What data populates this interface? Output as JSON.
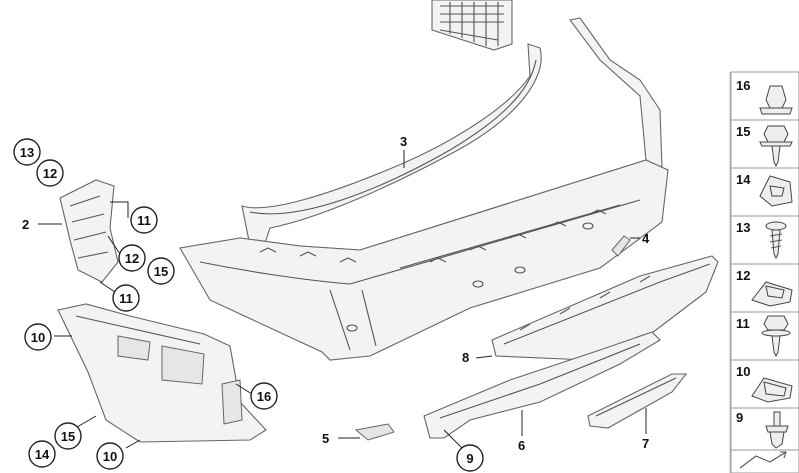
{
  "callouts": {
    "c3": "3",
    "c4": "4",
    "c8": "8",
    "c6": "6",
    "c7": "7",
    "c5": "5",
    "c9": "9",
    "c2": "2",
    "c13": "13",
    "c12a": "12",
    "c11a": "11",
    "c12b": "12",
    "c15a": "15",
    "c11b": "11",
    "c10a": "10",
    "c16": "16",
    "c15b": "15",
    "c14": "14",
    "c10b": "10"
  },
  "legend": [
    {
      "label": "16",
      "icon": "plastic-nut-icon"
    },
    {
      "label": "15",
      "icon": "hex-screw-icon"
    },
    {
      "label": "14",
      "icon": "spring-clip-icon"
    },
    {
      "label": "13",
      "icon": "tapping-screw-icon"
    },
    {
      "label": "12",
      "icon": "clip-nut-icon"
    },
    {
      "label": "11",
      "icon": "collar-screw-icon"
    },
    {
      "label": "10",
      "icon": "sheet-nut-icon"
    },
    {
      "label": "9",
      "icon": "expanding-rivet-icon"
    },
    {
      "label": "",
      "icon": "diagram-reference-icon"
    }
  ]
}
